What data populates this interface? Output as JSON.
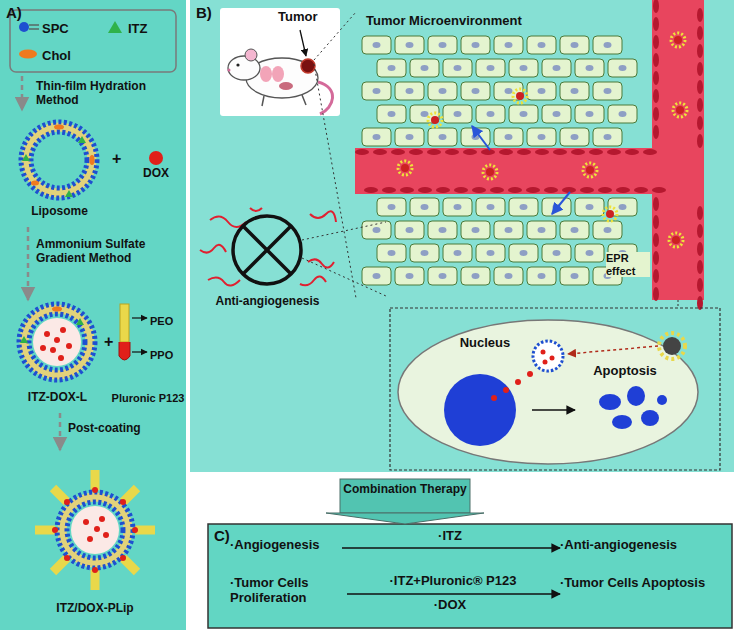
{
  "diagram": {
    "nodes": [
      {
        "text": [
          "A)"
        ]
      },
      {
        "text": [
          "Liposome"
        ],
        "in": 0
      },
      {
        "text": [
          "DOX"
        ],
        "in": 0
      },
      {
        "text": [
          "ITZ-DOX-L"
        ],
        "in": 0
      },
      {
        "text": [
          "Pluronic P123"
        ],
        "in": 0
      },
      {
        "text": [
          "ITZ/DOX-PLip"
        ],
        "in": 0
      },
      {
        "text": [
          "B)"
        ]
      },
      {
        "text": [
          "Tumor"
        ],
        "in": 6
      },
      {
        "text": [
          "Tumor Microenvironment"
        ],
        "in": 6
      },
      {
        "text": [
          "Anti-angiogenesis"
        ],
        "in": 6
      },
      {
        "text": [
          "Nucleus"
        ],
        "in": 6
      },
      {
        "text": [
          "Apoptosis"
        ],
        "in": 6
      },
      {
        "text": [
          "Combination Therapy"
        ]
      },
      {
        "text": [
          "C)"
        ]
      },
      {
        "text": [
          "·Angiogenesis"
        ],
        "in": 13
      },
      {
        "text": [
          "·Anti-angiogenesis"
        ],
        "in": 13
      },
      {
        "text": [
          "·Tumor Cells Proliferation"
        ],
        "in": 13
      },
      {
        "text": [
          "·Tumor Cells Apoptosis"
        ],
        "in": 13
      }
    ],
    "edges": [
      {
        "from": 1,
        "to": 3,
        "arrow": "to",
        "label": "Ammonium Sulfate Gradient Method"
      },
      {
        "from": 3,
        "to": 5,
        "arrow": "to",
        "label": "Post-coating"
      },
      {
        "from": 10,
        "to": 11,
        "arrow": "to"
      },
      {
        "from": 14,
        "to": 15,
        "arrow": "to",
        "label": "·ITZ"
      },
      {
        "from": 16,
        "to": 17,
        "arrow": "to",
        "label": "·ITZ+Pluronic® P123"
      }
    ],
    "labels": [
      "Thin-film Hydration Method",
      "+",
      "+",
      "PEO",
      "PPO",
      "EPR effect",
      "·DOX"
    ],
    "legend": [
      {
        "text": "SPC"
      },
      {
        "text": "ITZ"
      },
      {
        "text": "Chol"
      }
    ]
  }
}
